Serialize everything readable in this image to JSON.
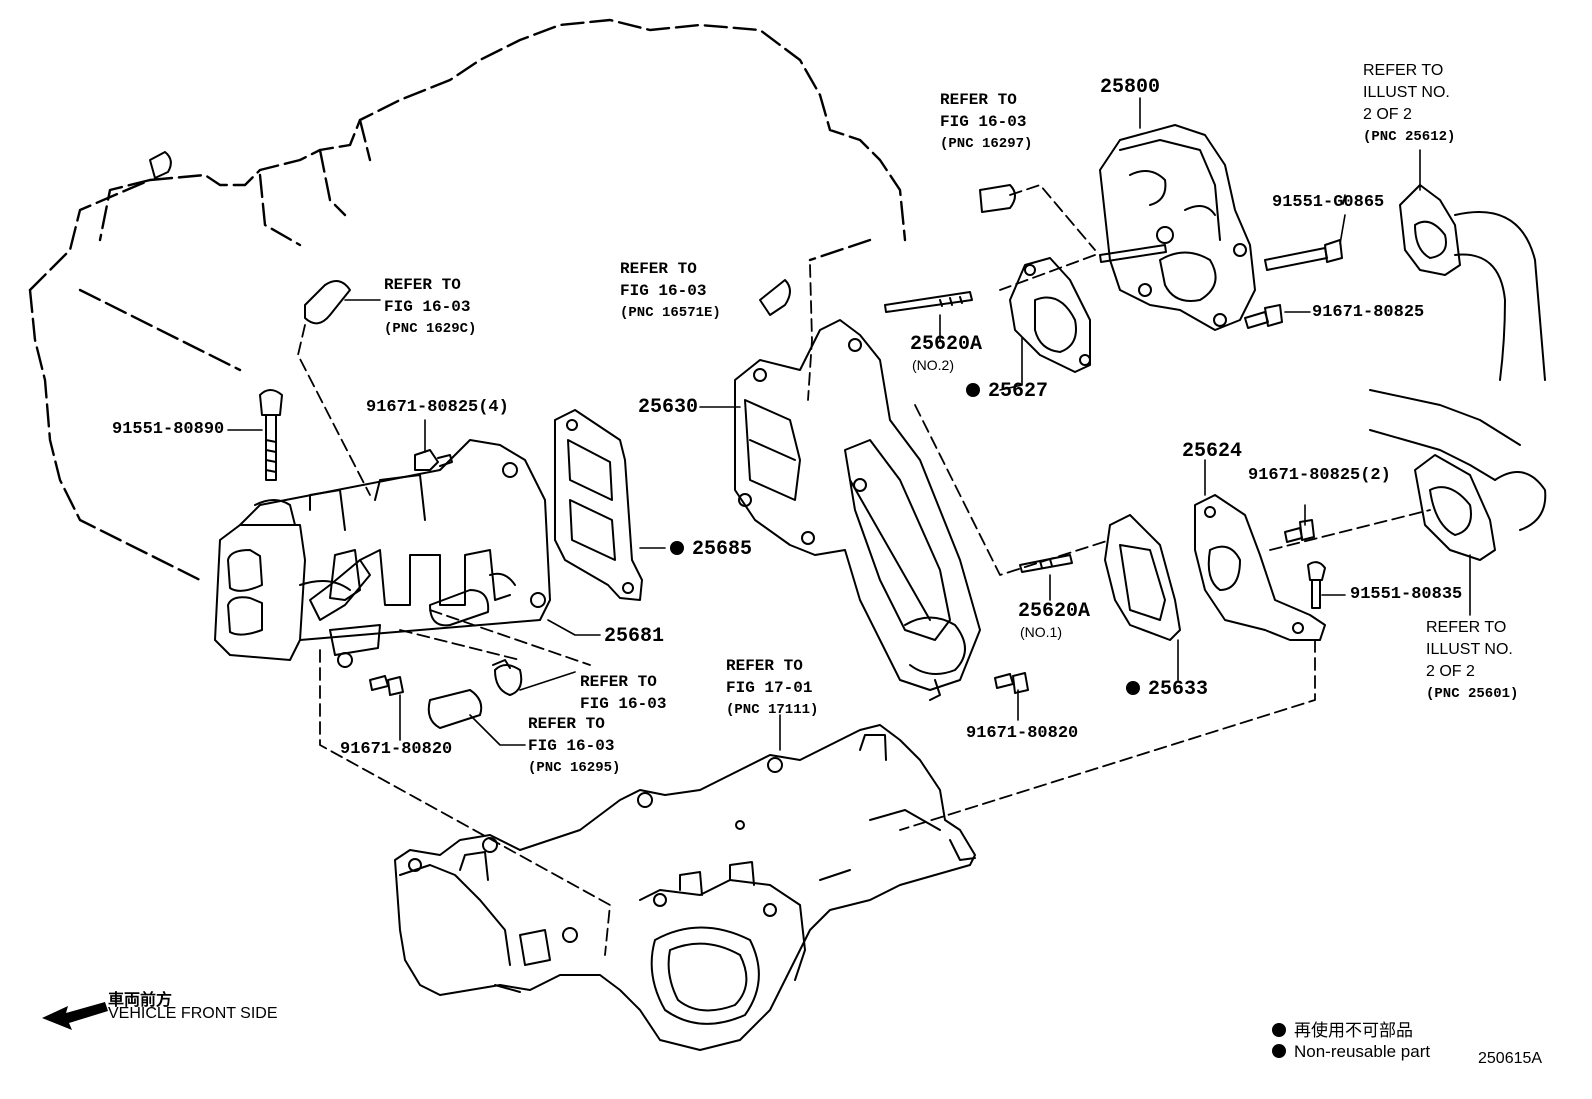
{
  "parts": {
    "p25800": "25800",
    "p25630": "25630",
    "p25620a_no2": "25620A",
    "p25620a_no2_note": "(NO.2)",
    "p25627": "25627",
    "p25624": "25624",
    "p25620a_no1": "25620A",
    "p25620a_no1_note": "(NO.1)",
    "p25633": "25633",
    "p25685": "25685",
    "p25681": "25681",
    "b91551_80890": "91551-80890",
    "b91671_80825_4": "91671-80825(4)",
    "b91551_g0865": "91551-G0865",
    "b91671_80825": "91671-80825",
    "b91671_80825_2": "91671-80825(2)",
    "b91551_80835": "91551-80835",
    "b91671_80820_a": "91671-80820",
    "b91671_80820_b": "91671-80820"
  },
  "refs": {
    "r1629c": [
      "REFER TO",
      "FIG 16-03",
      "(PNC 1629C)"
    ],
    "r16571e": [
      "REFER TO",
      "FIG 16-03",
      "(PNC 16571E)"
    ],
    "r16297": [
      "REFER TO",
      "FIG 16-03",
      "(PNC 16297)"
    ],
    "r25612": [
      "REFER TO",
      "ILLUST NO.",
      "2 OF 2",
      "(PNC 25612)"
    ],
    "r25601": [
      "REFER TO",
      "ILLUST NO.",
      "2 OF 2",
      "(PNC 25601)"
    ],
    "r17111": [
      "REFER TO",
      "FIG 17-01",
      "(PNC 17111)"
    ],
    "r16_03_clamp": [
      "REFER TO",
      "FIG 16-03"
    ],
    "r16295": [
      "REFER TO",
      "FIG 16-03",
      "(PNC 16295)"
    ]
  },
  "front": {
    "jp": "車両前方",
    "en": "VEHICLE FRONT SIDE"
  },
  "legend": {
    "jp": "再使用不可部品",
    "en": "Non-reusable part"
  },
  "illustration_id": "250615A"
}
